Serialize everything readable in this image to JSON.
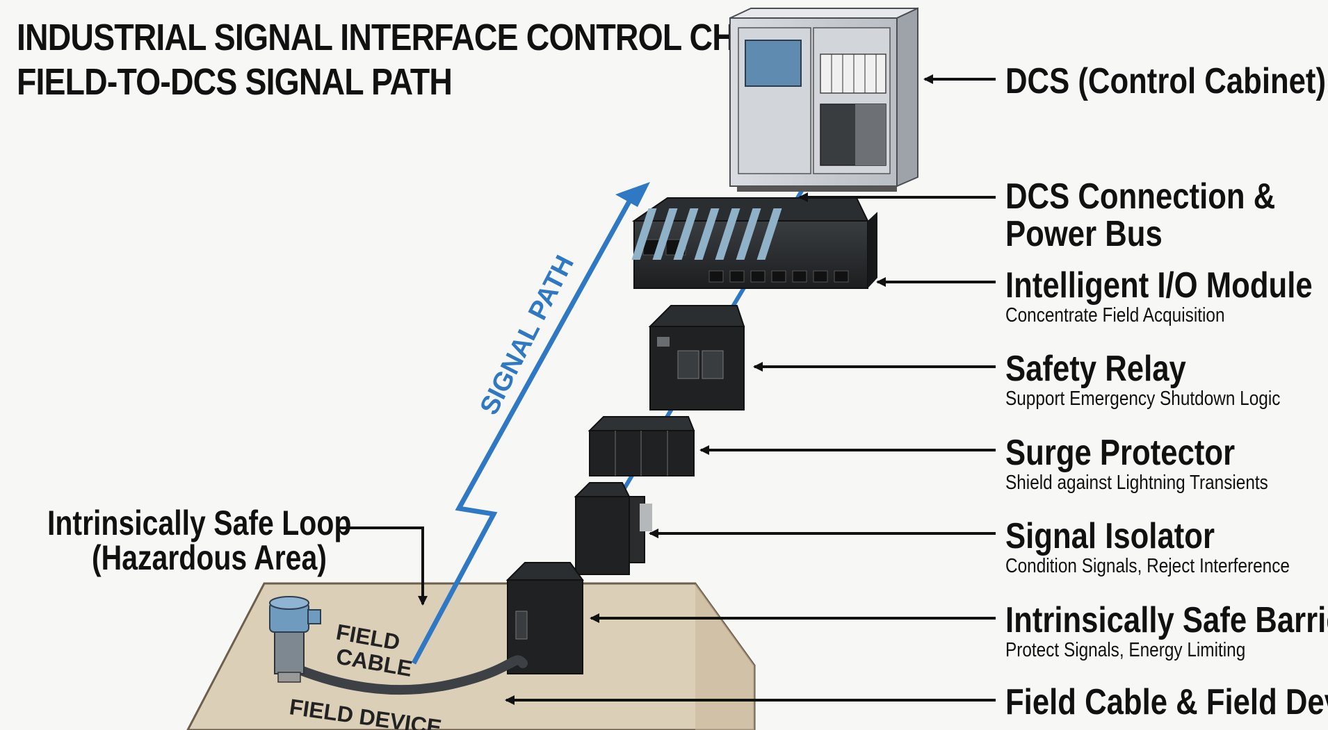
{
  "title": {
    "line1": "INDUSTRIAL SIGNAL INTERFACE CONTROL CHAIN:",
    "line2": "FIELD-TO-DCS SIGNAL PATH"
  },
  "signal_path_label": "SIGNAL PATH",
  "field_cable_label": [
    "FIELD",
    "CABLE"
  ],
  "field_device_label": "FIELD DEVICE",
  "is_loop_label": {
    "line1": "Intrinsically Safe Loop",
    "line2": "(Hazardous Area)"
  },
  "components": [
    {
      "name": "DCS (Control Cabinet)",
      "description": ""
    },
    {
      "name": "DCS Connection &",
      "name2": "Power Bus",
      "description": ""
    },
    {
      "name": "Intelligent I/O Module",
      "description": "Concentrate Field Acquisition"
    },
    {
      "name": "Safety Relay",
      "description": "Support Emergency Shutdown Logic"
    },
    {
      "name": "Surge Protector",
      "description": "Shield against Lightning Transients"
    },
    {
      "name": "Signal Isolator",
      "description": "Condition Signals, Reject Interference"
    },
    {
      "name": "Intrinsically Safe Barrier",
      "description": "Protect Signals, Energy Limiting"
    },
    {
      "name": "Field Cable & Field Device",
      "description": ""
    }
  ],
  "colors": {
    "signal_path": "#2f78c4",
    "ground": "#dbcdb5",
    "cabinet": "#c9cdd2",
    "module": "#222426",
    "screen": "#5f8bb0"
  }
}
